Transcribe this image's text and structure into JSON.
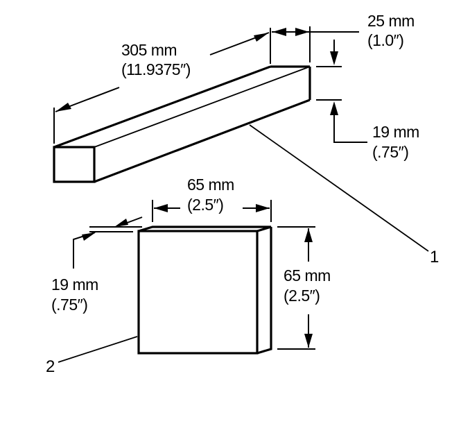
{
  "diagram": {
    "type": "technical-dimension-drawing",
    "background_color": "#ffffff",
    "line_color": "#000000",
    "parts": [
      {
        "callout": "1",
        "shape": "rectangular bar",
        "dimensions": {
          "length": {
            "metric": "305 mm",
            "imperial": "(11.9375″)"
          },
          "width": {
            "metric": "25 mm",
            "imperial": "(1.0″)"
          },
          "height": {
            "metric": "19 mm",
            "imperial": "(.75″)"
          }
        }
      },
      {
        "callout": "2",
        "shape": "square block",
        "dimensions": {
          "width": {
            "metric": "65 mm",
            "imperial": "(2.5″)"
          },
          "height": {
            "metric": "65 mm",
            "imperial": "(2.5″)"
          },
          "thickness": {
            "metric": "19 mm",
            "imperial": "(.75″)"
          }
        }
      }
    ]
  }
}
